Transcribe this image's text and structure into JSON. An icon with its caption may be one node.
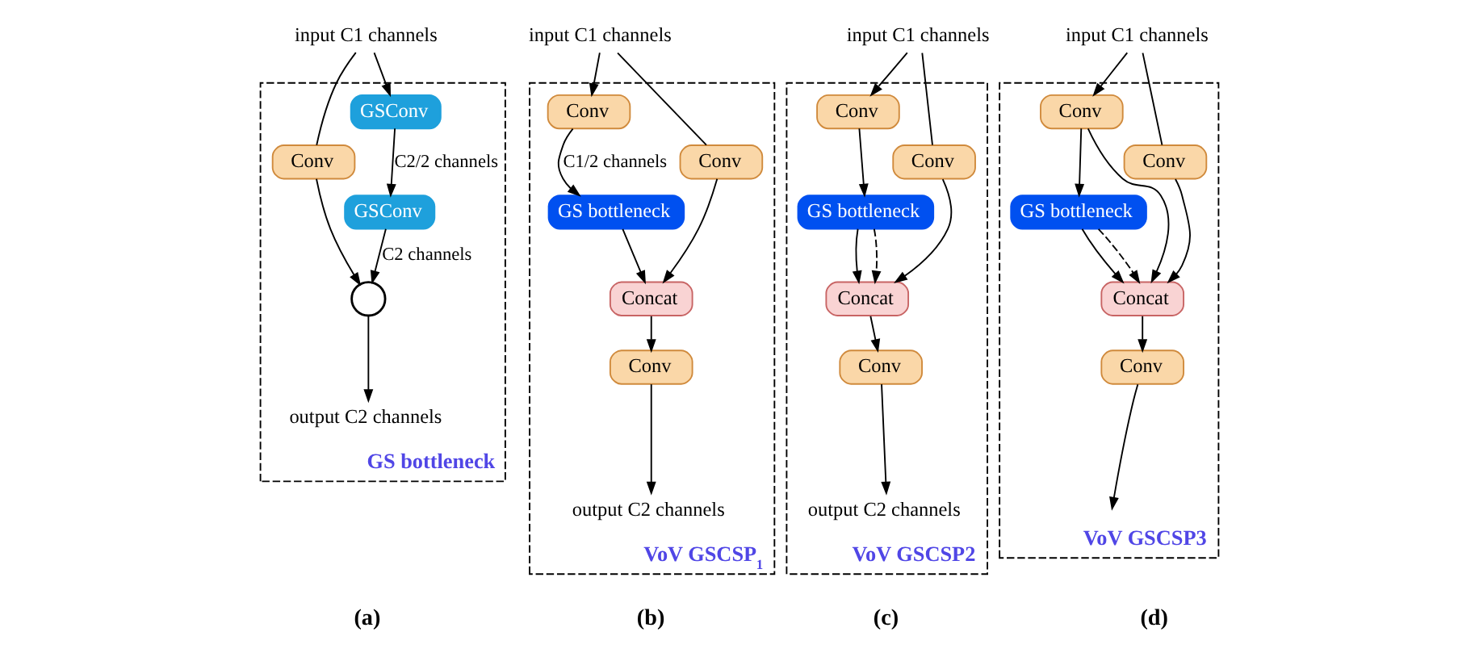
{
  "diagram": {
    "nodes": [
      {
        "text": [
          "GS bottleneck"
        ]
      },
      {
        "text": [
          "input C1 channels"
        ]
      },
      {
        "text": [
          "Conv"
        ],
        "in": 0
      },
      {
        "text": [
          "GSConv"
        ],
        "in": 0
      },
      {
        "text": [
          "GSConv"
        ],
        "in": 0
      },
      {
        "text": [],
        "shape": "circle",
        "in": 0
      },
      {
        "text": [
          "output C2 channels"
        ],
        "in": 0
      },
      {
        "text": [
          "VoV GSCSP$_{1}$"
        ]
      },
      {
        "text": [
          "input C1 channels"
        ]
      },
      {
        "text": [
          "Conv"
        ],
        "in": 7
      },
      {
        "text": [
          "Conv"
        ],
        "in": 7
      },
      {
        "text": [
          "GS bottleneck"
        ],
        "in": 7
      },
      {
        "text": [
          "Concat"
        ],
        "in": 7
      },
      {
        "text": [
          "Conv"
        ],
        "in": 7
      },
      {
        "text": [
          "output C2 channels"
        ],
        "in": 7
      },
      {
        "text": [
          "VoV GSCSP2"
        ]
      },
      {
        "text": [
          "input C1 channels"
        ]
      },
      {
        "text": [
          "Conv"
        ],
        "in": 15
      },
      {
        "text": [
          "Conv"
        ],
        "in": 15
      },
      {
        "text": [
          "GS bottleneck"
        ],
        "in": 15
      },
      {
        "text": [
          "Concat"
        ],
        "in": 15
      },
      {
        "text": [
          "Conv"
        ],
        "in": 15
      },
      {
        "text": [
          "output C2 channels"
        ],
        "in": 15
      },
      {
        "text": [
          "VoV GSCSP3"
        ]
      },
      {
        "text": [
          "input C1 channels"
        ]
      },
      {
        "text": [
          "Conv"
        ],
        "in": 23
      },
      {
        "text": [
          "Conv"
        ],
        "in": 23
      },
      {
        "text": [
          "GS bottleneck"
        ],
        "in": 23
      },
      {
        "text": [
          "Concat"
        ],
        "in": 23
      },
      {
        "text": [
          "Conv"
        ],
        "in": 23
      }
    ],
    "edges": [
      {
        "from": 1,
        "to": 3,
        "arrow": "to"
      },
      {
        "from": 1,
        "to": 2,
        "arrow": "none"
      },
      {
        "from": 2,
        "to": 5,
        "arrow": "to"
      },
      {
        "from": 3,
        "to": 4,
        "arrow": "to",
        "label": "C2/2 channels"
      },
      {
        "from": 4,
        "to": 5,
        "arrow": "to",
        "label": "C2 channels"
      },
      {
        "from": 5,
        "to": 6,
        "arrow": "to"
      },
      {
        "from": 8,
        "to": 9,
        "arrow": "to"
      },
      {
        "from": 8,
        "to": 10,
        "arrow": "none"
      },
      {
        "from": 9,
        "to": 11,
        "arrow": "to",
        "label": "C1/2 channels"
      },
      {
        "from": 11,
        "to": 12,
        "arrow": "to"
      },
      {
        "from": 10,
        "to": 12,
        "arrow": "to"
      },
      {
        "from": 12,
        "to": 13,
        "arrow": "to"
      },
      {
        "from": 13,
        "to": 14,
        "arrow": "to"
      },
      {
        "from": 16,
        "to": 17,
        "arrow": "to"
      },
      {
        "from": 16,
        "to": 18,
        "arrow": "none"
      },
      {
        "from": 17,
        "to": 19,
        "arrow": "to"
      },
      {
        "from": 19,
        "to": 20,
        "arrow": "to"
      },
      {
        "from": 19,
        "to": 20,
        "arrow": "to",
        "style": "dashed"
      },
      {
        "from": 18,
        "to": 20,
        "arrow": "to"
      },
      {
        "from": 20,
        "to": 21,
        "arrow": "to"
      },
      {
        "from": 21,
        "to": 22,
        "arrow": "to"
      },
      {
        "from": 24,
        "to": 25,
        "arrow": "to"
      },
      {
        "from": 24,
        "to": 26,
        "arrow": "none"
      },
      {
        "from": 25,
        "to": 27,
        "arrow": "to"
      },
      {
        "from": 27,
        "to": 28,
        "arrow": "to"
      },
      {
        "from": 27,
        "to": 28,
        "arrow": "to",
        "style": "dashed"
      },
      {
        "from": 25,
        "to": 28,
        "arrow": "to"
      },
      {
        "from": 26,
        "to": 28,
        "arrow": "to"
      },
      {
        "from": 28,
        "to": 29,
        "arrow": "to"
      },
      {
        "from": 29,
        "to": null,
        "arrow": "to"
      }
    ],
    "labels": [
      "(a)",
      "(b)",
      "(c)",
      "(d)"
    ]
  }
}
